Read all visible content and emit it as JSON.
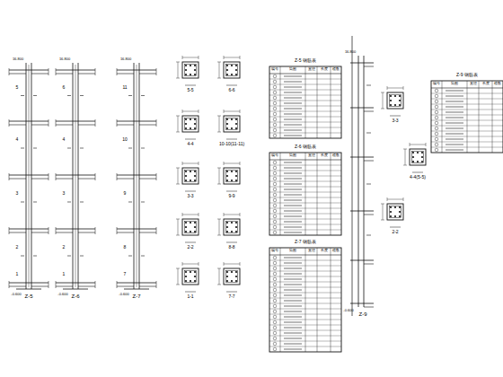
{
  "diagram": {
    "labels": [
      "Z-5",
      "Z-6",
      "Z-7",
      "5-5",
      "6-6",
      "4-4",
      "10-10(11-11)",
      "3-3",
      "9-9",
      "2-2",
      "8-8",
      "1-1",
      "7-7",
      "Z-5 钢筋表",
      "Z-6 钢筋表",
      "Z-7 钢筋表",
      "Z-9",
      "4-4(5-5)",
      "3-3",
      "2-2",
      "Z-9 钢筋表",
      "16.800",
      "16.800",
      "16.800",
      "16.800",
      "-0.600",
      "-0.600",
      "-0.600",
      "-0.600",
      "5",
      "4",
      "3",
      "2",
      "1",
      "6",
      "4",
      "3",
      "2",
      "1",
      "11",
      "10",
      "9",
      "8",
      "7",
      "编号",
      "简图",
      "直径",
      "长度",
      "根数",
      "编号",
      "简图",
      "直径",
      "长度",
      "根数",
      "编号",
      "简图",
      "直径",
      "长度",
      "根数",
      "编号",
      "简图",
      "直径",
      "长度",
      "根数"
    ]
  }
}
